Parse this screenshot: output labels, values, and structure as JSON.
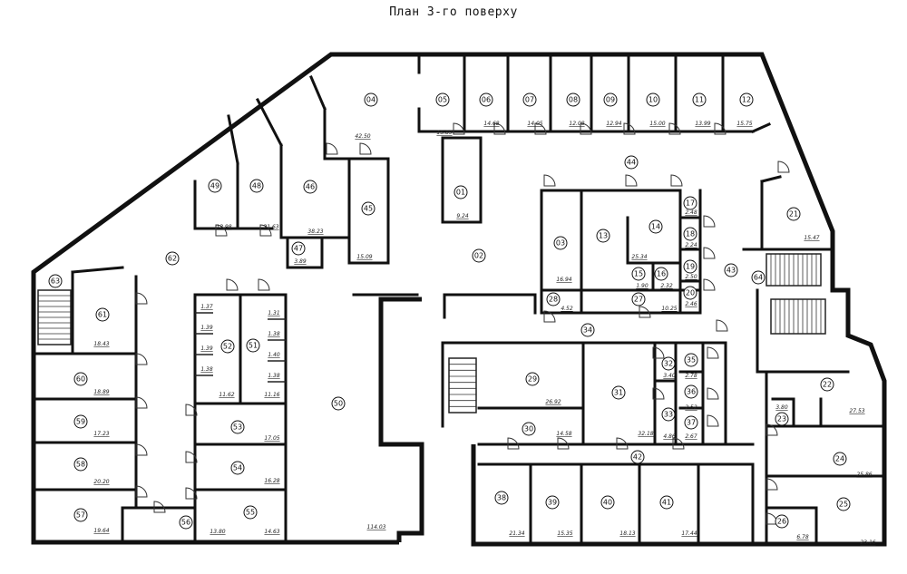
{
  "title": "План 3-го поверху",
  "rooms": [
    {
      "id": "01",
      "area": "9.24"
    },
    {
      "id": "02",
      "area": null
    },
    {
      "id": "03",
      "area": "16.94"
    },
    {
      "id": "04",
      "area": "42.50"
    },
    {
      "id": "05",
      "area": "15.89"
    },
    {
      "id": "06",
      "area": "14.68"
    },
    {
      "id": "07",
      "area": "14.05"
    },
    {
      "id": "08",
      "area": "12.08"
    },
    {
      "id": "09",
      "area": "12.94"
    },
    {
      "id": "10",
      "area": "15.00"
    },
    {
      "id": "11",
      "area": "13.99"
    },
    {
      "id": "12",
      "area": "15.75"
    },
    {
      "id": "13",
      "area": null
    },
    {
      "id": "14",
      "area": "25.34"
    },
    {
      "id": "15",
      "area": "1.90"
    },
    {
      "id": "16",
      "area": "2.32"
    },
    {
      "id": "17",
      "area": "2.48"
    },
    {
      "id": "18",
      "area": "2.24"
    },
    {
      "id": "19",
      "area": "2.50"
    },
    {
      "id": "20",
      "area": "2.46"
    },
    {
      "id": "21",
      "area": "15.47"
    },
    {
      "id": "22",
      "area": "27.53"
    },
    {
      "id": "23",
      "area": "3.80"
    },
    {
      "id": "24",
      "area": "25.86"
    },
    {
      "id": "25",
      "area": "23.16"
    },
    {
      "id": "26",
      "area": "6.78"
    },
    {
      "id": "27",
      "area": "10.25"
    },
    {
      "id": "28",
      "area": "4.52"
    },
    {
      "id": "29",
      "area": "26.92"
    },
    {
      "id": "30",
      "area": "14.58"
    },
    {
      "id": "31",
      "area": "32.18"
    },
    {
      "id": "32",
      "area": "3.40"
    },
    {
      "id": "33",
      "area": "4.86"
    },
    {
      "id": "34",
      "area": null
    },
    {
      "id": "35",
      "area": "2.78"
    },
    {
      "id": "36",
      "area": "2.52"
    },
    {
      "id": "37",
      "area": "2.67"
    },
    {
      "id": "38",
      "area": "21.34"
    },
    {
      "id": "39",
      "area": "15.35"
    },
    {
      "id": "40",
      "area": "18.13"
    },
    {
      "id": "41",
      "area": "17.44"
    },
    {
      "id": "42",
      "area": null
    },
    {
      "id": "43",
      "area": null
    },
    {
      "id": "44",
      "area": null
    },
    {
      "id": "45",
      "area": "15.09"
    },
    {
      "id": "46",
      "area": "38.23"
    },
    {
      "id": "47",
      "area": "3.89"
    },
    {
      "id": "48",
      "area": "21.63"
    },
    {
      "id": "49",
      "area": "12.98"
    },
    {
      "id": "50",
      "area": "114.03"
    },
    {
      "id": "51",
      "area": "11.16"
    },
    {
      "id": "52",
      "area": "11.62"
    },
    {
      "id": "53",
      "area": "17.05"
    },
    {
      "id": "54",
      "area": "16.28"
    },
    {
      "id": "55",
      "area": "14.63"
    },
    {
      "id": "56",
      "area": "13.80"
    },
    {
      "id": "57",
      "area": "19.64"
    },
    {
      "id": "58",
      "area": "20.20"
    },
    {
      "id": "59",
      "area": "17.23"
    },
    {
      "id": "60",
      "area": "18.89"
    },
    {
      "id": "61",
      "area": "18.43"
    },
    {
      "id": "62",
      "area": null
    },
    {
      "id": "63",
      "area": null
    },
    {
      "id": "64",
      "area": null
    }
  ],
  "stalls": [
    {
      "room": "52",
      "areas": [
        "1.37",
        "1.39",
        "1.39",
        "1.38"
      ]
    },
    {
      "room": "51",
      "areas": [
        "1.31",
        "1.38",
        "1.40",
        "1.38"
      ]
    }
  ]
}
